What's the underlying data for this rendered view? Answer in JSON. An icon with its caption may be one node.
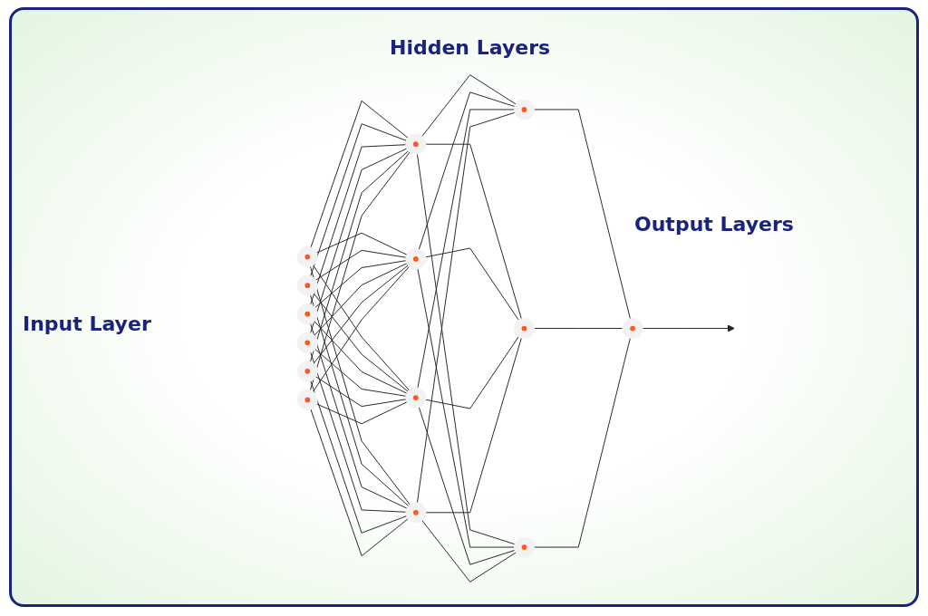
{
  "diagram": {
    "nodes": [
      {
        "text": [],
        "shape": "circle"
      },
      {
        "text": [],
        "shape": "circle"
      },
      {
        "text": [],
        "shape": "circle"
      },
      {
        "text": [],
        "shape": "circle"
      },
      {
        "text": [],
        "shape": "circle"
      },
      {
        "text": [],
        "shape": "circle"
      },
      {
        "text": [],
        "shape": "circle"
      },
      {
        "text": [],
        "shape": "circle"
      },
      {
        "text": [],
        "shape": "circle"
      },
      {
        "text": [],
        "shape": "circle"
      },
      {
        "text": [],
        "shape": "circle"
      },
      {
        "text": [],
        "shape": "circle"
      },
      {
        "text": [],
        "shape": "circle"
      },
      {
        "text": [],
        "shape": "circle"
      }
    ],
    "edges": [
      {
        "from": 0,
        "to": 6,
        "arrow": "none"
      },
      {
        "from": 0,
        "to": 7,
        "arrow": "none"
      },
      {
        "from": 0,
        "to": 8,
        "arrow": "none"
      },
      {
        "from": 0,
        "to": 9,
        "arrow": "none"
      },
      {
        "from": 1,
        "to": 6,
        "arrow": "none"
      },
      {
        "from": 1,
        "to": 7,
        "arrow": "none"
      },
      {
        "from": 1,
        "to": 8,
        "arrow": "none"
      },
      {
        "from": 1,
        "to": 9,
        "arrow": "none"
      },
      {
        "from": 2,
        "to": 6,
        "arrow": "none"
      },
      {
        "from": 2,
        "to": 7,
        "arrow": "none"
      },
      {
        "from": 2,
        "to": 8,
        "arrow": "none"
      },
      {
        "from": 2,
        "to": 9,
        "arrow": "none"
      },
      {
        "from": 3,
        "to": 6,
        "arrow": "none"
      },
      {
        "from": 3,
        "to": 7,
        "arrow": "none"
      },
      {
        "from": 3,
        "to": 8,
        "arrow": "none"
      },
      {
        "from": 3,
        "to": 9,
        "arrow": "none"
      },
      {
        "from": 4,
        "to": 6,
        "arrow": "none"
      },
      {
        "from": 4,
        "to": 7,
        "arrow": "none"
      },
      {
        "from": 4,
        "to": 8,
        "arrow": "none"
      },
      {
        "from": 4,
        "to": 9,
        "arrow": "none"
      },
      {
        "from": 5,
        "to": 6,
        "arrow": "none"
      },
      {
        "from": 5,
        "to": 7,
        "arrow": "none"
      },
      {
        "from": 5,
        "to": 8,
        "arrow": "none"
      },
      {
        "from": 5,
        "to": 9,
        "arrow": "none"
      },
      {
        "from": 6,
        "to": 10,
        "arrow": "none"
      },
      {
        "from": 6,
        "to": 11,
        "arrow": "none"
      },
      {
        "from": 6,
        "to": 12,
        "arrow": "none"
      },
      {
        "from": 7,
        "to": 10,
        "arrow": "none"
      },
      {
        "from": 7,
        "to": 11,
        "arrow": "none"
      },
      {
        "from": 7,
        "to": 12,
        "arrow": "none"
      },
      {
        "from": 8,
        "to": 10,
        "arrow": "none"
      },
      {
        "from": 8,
        "to": 11,
        "arrow": "none"
      },
      {
        "from": 8,
        "to": 12,
        "arrow": "none"
      },
      {
        "from": 9,
        "to": 10,
        "arrow": "none"
      },
      {
        "from": 9,
        "to": 11,
        "arrow": "none"
      },
      {
        "from": 9,
        "to": 12,
        "arrow": "none"
      },
      {
        "from": 10,
        "to": 13,
        "arrow": "none"
      },
      {
        "from": 11,
        "to": 13,
        "arrow": "none"
      },
      {
        "from": 12,
        "to": 13,
        "arrow": "none"
      },
      {
        "from": 13,
        "to": null,
        "arrow": "to"
      }
    ],
    "labels": [
      "Hidden Layers",
      "Output Layers",
      "Input Layer"
    ]
  }
}
